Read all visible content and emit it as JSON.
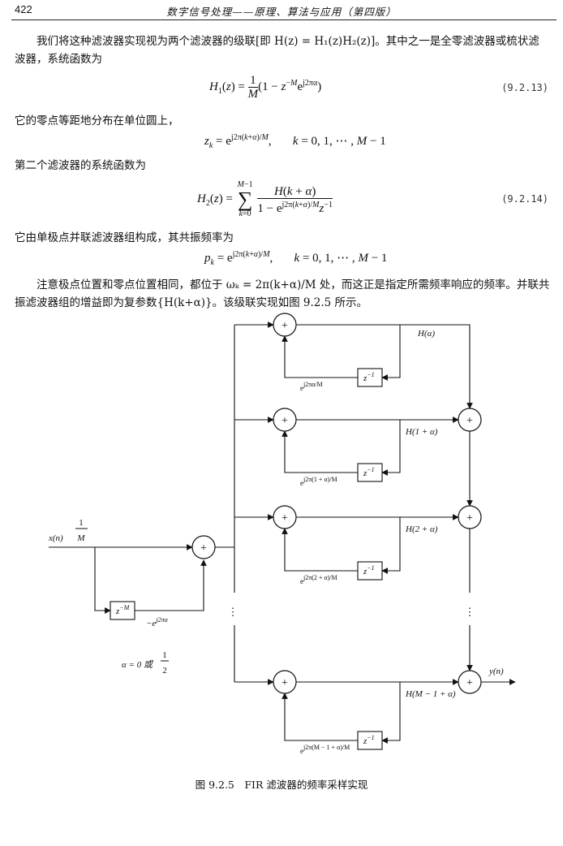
{
  "header": {
    "page_number": "422",
    "running_title": "数字信号处理——原理、算法与应用（第四版）"
  },
  "text": {
    "p1": "我们将这种滤波器实现视为两个滤波器的级联[即 H(z) = H₁(z)H₂(z)]。其中之一是全零滤波器或梳状滤波器，系统函数为",
    "p2": "它的零点等距地分布在单位圆上，",
    "p3": "第二个滤波器的系统函数为",
    "p4": "它由单极点并联滤波器组构成，其共振频率为",
    "p5": "注意极点位置和零点位置相同，都位于 ωₖ = 2π(k+α)/M 处，而这正是指定所需频率响应的频率。并联共振滤波器组的增益即为复参数{H(k+α)}。该级联实现如图 9.2.5 所示。"
  },
  "equations": {
    "eq1_number": "(9.2.13)",
    "eq2_number": "(9.2.14)"
  },
  "figure": {
    "caption": "图 9.2.5　FIR 滤波器的频率采样实现",
    "input_label": "x(n)",
    "gain_num": "1",
    "gain_den": "M",
    "comb_delay": "z",
    "comb_delay_exp": "−M",
    "comb_coeff": "−e",
    "comb_coeff_exp": "j2πα",
    "alpha_note": "α = 0 或",
    "alpha_frac_num": "1",
    "alpha_frac_den": "2",
    "adder_symbol": "+",
    "delay_label": "z",
    "delay_exp": "−1",
    "dots": "⋮",
    "output_label": "y(n)",
    "branches": [
      {
        "gain": "H(α)",
        "feedback": "j2πα/M"
      },
      {
        "gain": "H(1 + α)",
        "feedback": "j2π(1 + α)/M"
      },
      {
        "gain": "H(2 + α)",
        "feedback": "j2π(2 + α)/M"
      },
      {
        "gain": "H(M − 1 + α)",
        "feedback": "j2π(M − 1 + α)/M"
      }
    ]
  }
}
